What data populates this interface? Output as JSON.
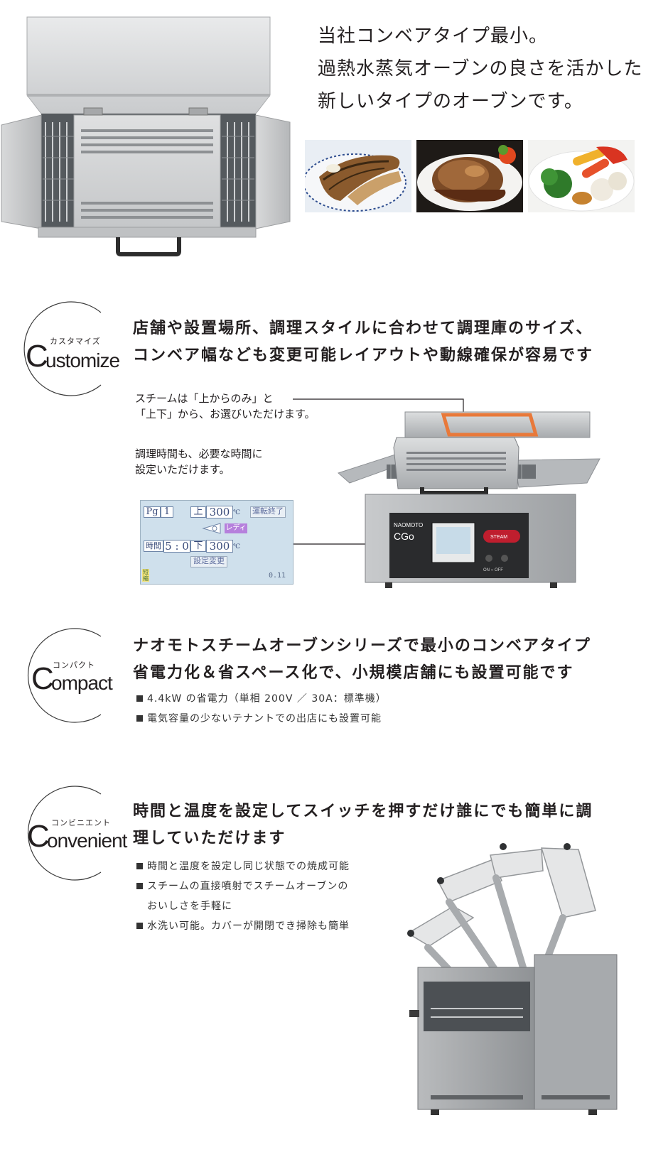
{
  "intro": {
    "lines": [
      "当社コンベアタイプ最小。",
      "過熱水蒸気オーブンの良さを活かした",
      "新しいタイプのオーブンです。"
    ]
  },
  "food_photos": [
    "grilled-fish",
    "hamburg-steak",
    "roasted-vegetables"
  ],
  "sections": {
    "customize": {
      "badge_kana": "カスタマイズ",
      "badge_initial": "C",
      "badge_rest": "ustomize",
      "headline": [
        "店舗や設置場所、調理スタイルに合わせて調理庫のサイズ、",
        "コンベア幅なども変更可能レイアウトや動線確保が容易です"
      ],
      "note_steam": [
        "スチームは「上からのみ」と",
        "「上下」から、お選びいただけます。"
      ],
      "note_time": [
        "調理時間も、必要な時間に",
        "設定いただけます。"
      ]
    },
    "compact": {
      "badge_kana": "コンパクト",
      "badge_initial": "C",
      "badge_rest": "ompact",
      "headline": [
        "ナオモトスチームオーブンシリーズで最小のコンベアタイプ",
        "省電力化＆省スペース化で、小規模店舗にも設置可能です"
      ],
      "bullets": [
        "4.4kW の省電力（単相 200V ／ 30A：標準機）",
        "電気容量の少ないテナントでの出店にも設置可能"
      ]
    },
    "convenient": {
      "badge_kana": "コンビニエント",
      "badge_initial": "C",
      "badge_rest": "onvenient",
      "headline": [
        "時間と温度を設定してスイッチを押すだけ誰にでも簡単に調",
        "理していただけます"
      ],
      "bullets": [
        "時間と温度を設定し同じ状態での焼成可能",
        "スチームの直接噴射でスチームオーブンの",
        "おいしさを手軽に",
        "水洗い可能。カバーが開閉でき掃除も簡単"
      ]
    }
  },
  "panel": {
    "pg_label": "Pg",
    "pg_value": "1",
    "upper_label": "上",
    "upper_temp": "300",
    "unit": "℃",
    "stop_button": "運転終了",
    "ready_badge": "レディ",
    "time_label": "時間",
    "time_value": "5 : 0",
    "lower_label": "下",
    "lower_temp": "300",
    "settings_button": "設定変更",
    "version": "0.11",
    "corner_tag": "短縮"
  },
  "oven_brand": "NAOMOTO",
  "oven_model": "CGo",
  "oven_steam_label": "STEAM",
  "oven_switch_labels": "ON  ○  OFF",
  "colors": {
    "text": "#231f20",
    "steel": "#b9bcbf",
    "panel_blue": "#cfe0ec",
    "accent_orange": "#e8793a"
  }
}
